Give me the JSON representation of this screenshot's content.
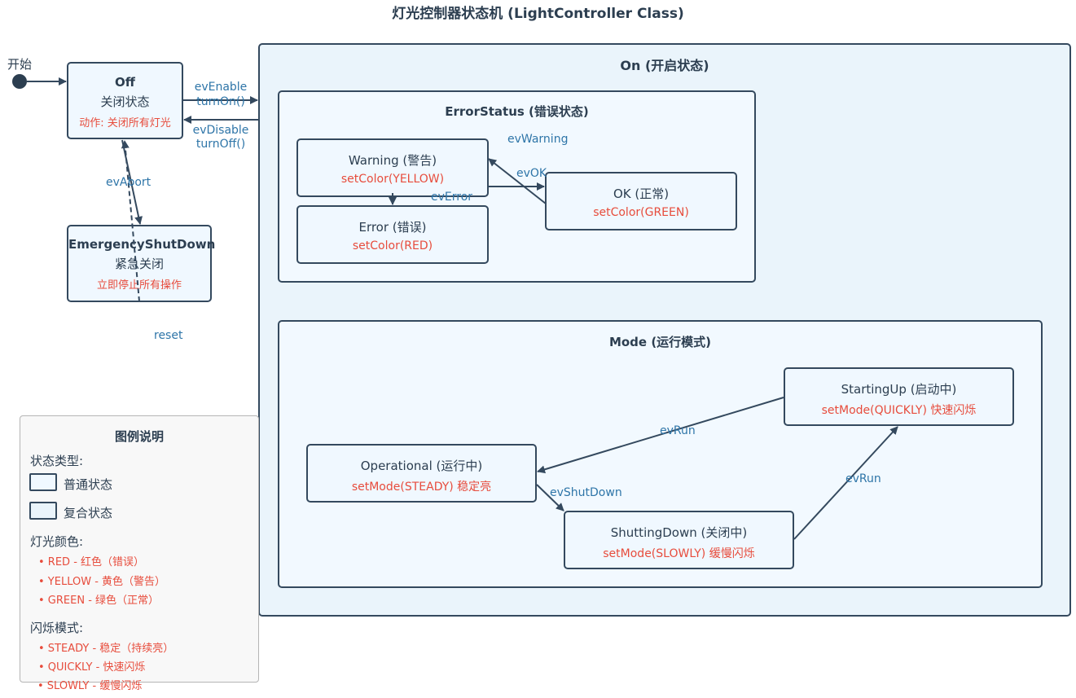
{
  "title": "灯光控制器状态机 (LightController Class)",
  "start_label": "开始",
  "states": {
    "off": {
      "name": "Off",
      "sub": "关闭状态",
      "action": "动作: 关闭所有灯光"
    },
    "emergency": {
      "name": "EmergencyShutDown",
      "sub": "紧急关闭",
      "action": "立即停止所有操作"
    },
    "warning": {
      "name": "Warning (警告)",
      "action": "setColor(YELLOW)"
    },
    "error": {
      "name": "Error (错误)",
      "action": "setColor(RED)"
    },
    "ok": {
      "name": "OK (正常)",
      "action": "setColor(GREEN)"
    },
    "startingup": {
      "name": "StartingUp (启动中)",
      "action": "setMode(QUICKLY) 快速闪烁"
    },
    "operational": {
      "name": "Operational (运行中)",
      "action": "setMode(STEADY) 稳定亮"
    },
    "shuttingdown": {
      "name": "ShuttingDown (关闭中)",
      "action": "setMode(SLOWLY) 缓慢闪烁"
    }
  },
  "composites": {
    "on": "On (开启状态)",
    "errorstatus": "ErrorStatus (错误状态)",
    "mode": "Mode (运行模式)"
  },
  "transitions": {
    "evEnable": "evEnable",
    "turnOn": "turnOn()",
    "evDisable": "evDisable",
    "turnOff": "turnOff()",
    "evAbort": "evAbort",
    "reset": "reset",
    "evWarning": "evWarning",
    "evOK": "evOK",
    "evError": "evError",
    "evRun_top": "evRun",
    "evShutDown": "evShutDown",
    "evRun_right": "evRun"
  },
  "legend": {
    "title": "图例说明",
    "state_types_heading": "状态类型:",
    "simple_state": "普通状态",
    "composite_state": "复合状态",
    "colors_heading": "灯光颜色:",
    "colors": [
      "• RED - 红色（错误）",
      "• YELLOW - 黄色（警告）",
      "• GREEN - 绿色（正常）"
    ],
    "blink_heading": "闪烁模式:",
    "blink": [
      "• STEADY - 稳定（持续亮）",
      "• QUICKLY - 快速闪烁",
      "• SLOWLY - 缓慢闪烁"
    ]
  },
  "colors": {
    "border": "#34495e",
    "action_text": "#e74c3c",
    "transition_text": "#2e75a8",
    "simple_fill": "#f0f8ff",
    "composite_fill": "#eaf4fb"
  }
}
